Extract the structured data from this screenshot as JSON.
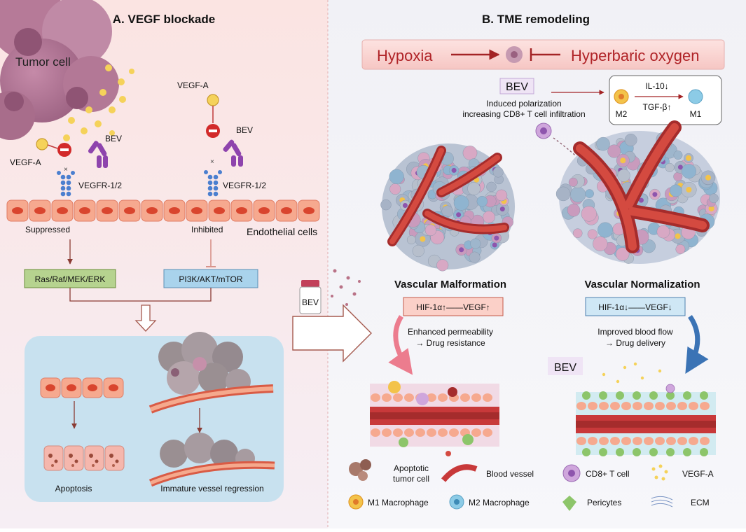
{
  "panelA": {
    "title": "A. VEGF blockade",
    "tumor_label": "Tumor cell",
    "vegfa_left": "VEGF-A",
    "vegfa_top": "VEGF-A",
    "bev_left": "BEV",
    "bev_right": "BEV",
    "receptor_left": "VEGFR-1/2",
    "receptor_right": "VEGFR-1/2",
    "suppressed": "Suppressed",
    "inhibited": "Inhibited",
    "endothelial": "Endothelial cells",
    "pathway_left": "Ras/Raf/MEK/ERK",
    "pathway_right": "PI3K/AKT/mTOR",
    "outcome_left": "Apoptosis",
    "outcome_right": "Immature vessel regression"
  },
  "panelB": {
    "title": "B. TME remodeling",
    "hypoxia": "Hypoxia",
    "hyperbaric": "Hyperbaric oxygen",
    "bev_tag": "BEV",
    "polarization_line1": "Induced polarization",
    "polarization_line2": "increasing CD8+ T cell infiltration",
    "il10": "IL-10↓",
    "tgfb": "TGF-β↑",
    "m2": "M2",
    "m1": "M1",
    "malformation": "Vascular Malformation",
    "normalization": "Vascular Normalization",
    "hif_up": "HIF-1α↑——VEGF↑",
    "hif_down": "HIF-1α↓——VEGF↓",
    "perm_line1": "Enhanced permeability",
    "perm_line2": "→ Drug resistance",
    "flow_line1": "Improved blood flow",
    "flow_line2": "→ Drug delivery",
    "bev_vial": "BEV",
    "bev_tag2": "BEV"
  },
  "legend": {
    "apoptotic_line1": "Apoptotic",
    "apoptotic_line2": "tumor cell",
    "blood_vessel": "Blood vessel",
    "cd8": "CD8+ T cell",
    "vegfa": "VEGF-A",
    "m1_macrophage": "M1 Macrophage",
    "m2_macrophage": "M2 Macrophage",
    "pericytes": "Pericytes",
    "ecm": "ECM"
  },
  "colors": {
    "panelA_bg": "#fbeae8",
    "panelB_bg": "#f4f4f8",
    "arrow_red": "#b0282a",
    "endothelial": "#f6a98f",
    "vessel_red": "#c8393a",
    "pathway_green": "#b6d38f",
    "pathway_blue": "#a9d3ec",
    "outcome_box": "#c8e1ef"
  }
}
